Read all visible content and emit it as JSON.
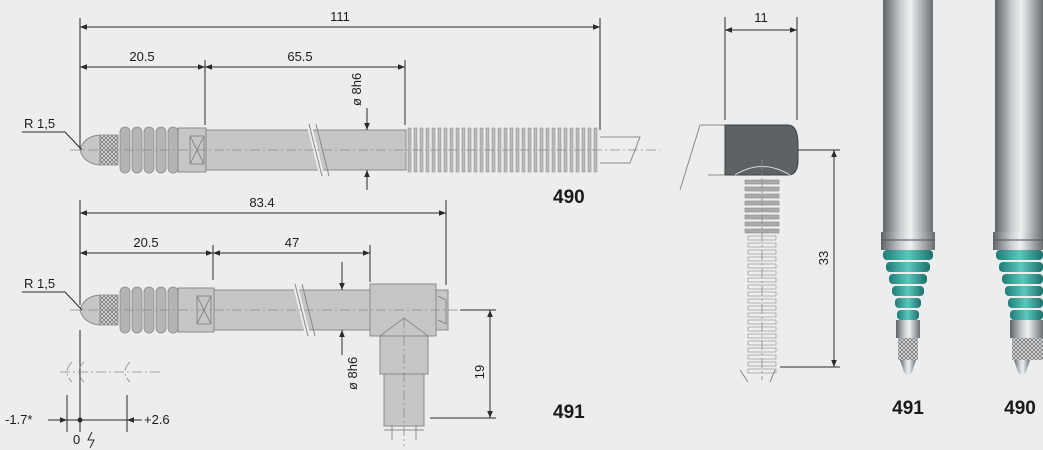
{
  "dimensions": {
    "len_111": "111",
    "len_20_5_top": "20.5",
    "len_65_5": "65.5",
    "dia_top": "ø 8h6",
    "radius_top": "R 1,5",
    "len_83_4": "83.4",
    "len_20_5_bot": "20.5",
    "len_47": "47",
    "dia_bot": "ø 8h6",
    "radius_bot": "R 1,5",
    "height_19": "19",
    "stroke_minus": "-1.7*",
    "stroke_plus": "+2.6",
    "zero": "0",
    "side_width": "11",
    "side_height": "33"
  },
  "models": {
    "straight": "490",
    "angled": "491",
    "photo_left": "491",
    "photo_right": "490"
  },
  "colors": {
    "background": "#ecedee",
    "probe_body": "#c4c6c8",
    "connector_dark": "#5f6264",
    "bellows_photo": "#3aa79f",
    "outline": "#8a8a8a"
  }
}
